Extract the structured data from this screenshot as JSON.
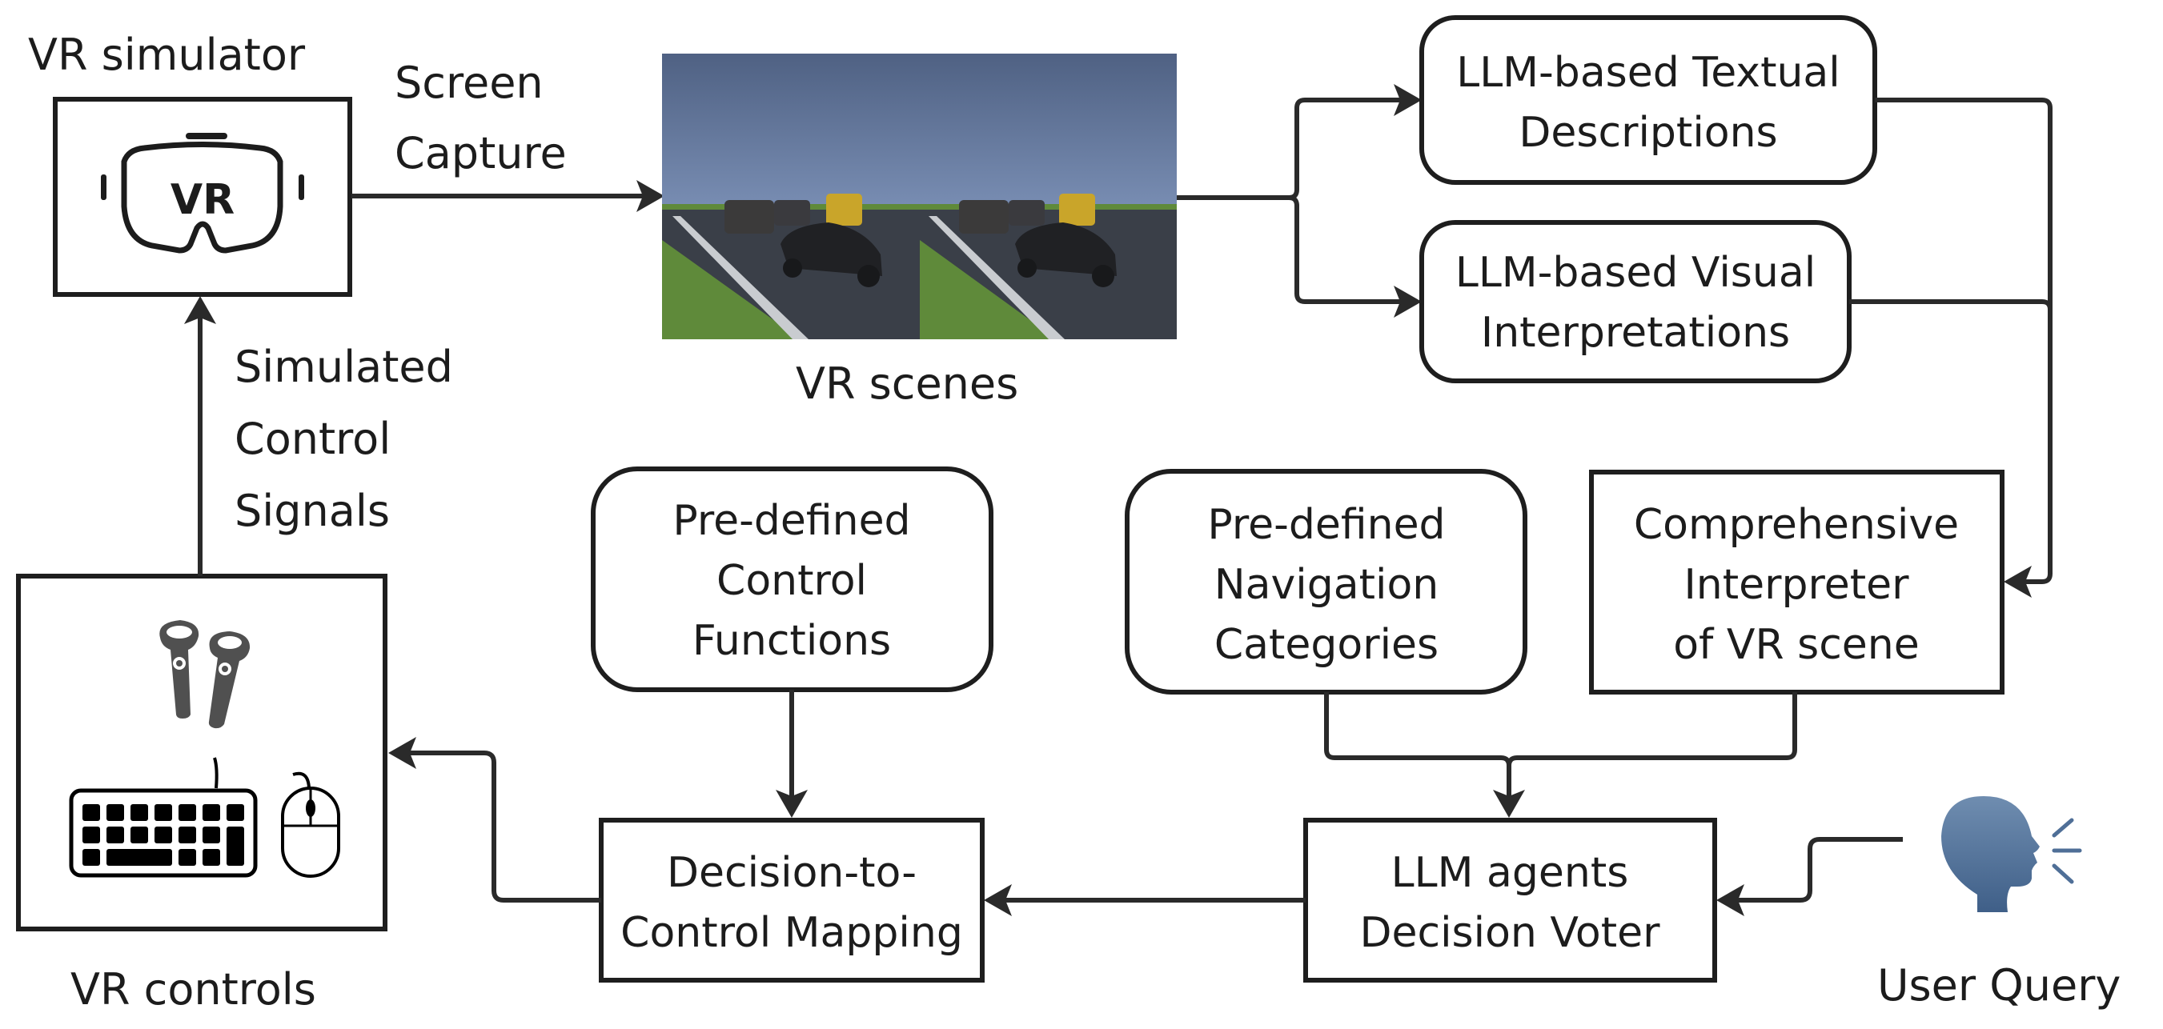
{
  "diagram": {
    "labels": {
      "vr_simulator": "VR simulator",
      "screen_capture": [
        "Screen",
        "Capture"
      ],
      "vr_scenes": "VR scenes",
      "simulated_control_signals": [
        "Simulated",
        "Control",
        "Signals"
      ],
      "vr_controls": "VR controls",
      "user_query": "User Query"
    },
    "icons": {
      "vr_headset": "vr-headset-icon",
      "headset_text": "VR",
      "controllers": "vr-controllers-icon",
      "keyboard": "keyboard-icon",
      "mouse": "mouse-icon",
      "speaking_head": "speaking-head-icon",
      "speaking_head_color": "#5a7aa0"
    },
    "nodes": {
      "textual": [
        "LLM-based Textual",
        "Descriptions"
      ],
      "visual": [
        "LLM-based Visual",
        "Interpretations"
      ],
      "control_functions": [
        "Pre-defined",
        "Control",
        "Functions"
      ],
      "navigation": [
        "Pre-defined",
        "Navigation",
        "Categories"
      ],
      "interpreter": [
        "Comprehensive",
        "Interpreter",
        "of VR scene"
      ],
      "mapping": [
        "Decision-to-",
        "Control Mapping"
      ],
      "voter": [
        "LLM agents",
        "Decision Voter"
      ]
    },
    "scene_image": {
      "description": "stereo VR road scene with cars",
      "sky_color": "#5e7398",
      "grass_color": "#5f8a3a",
      "road_color": "#3a3f48"
    }
  }
}
